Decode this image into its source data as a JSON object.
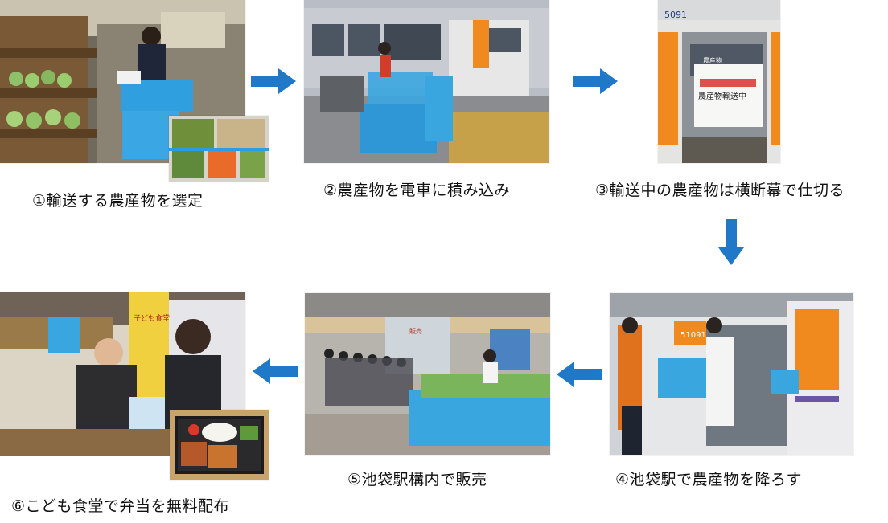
{
  "steps": [
    {
      "caption": "①輸送する農産物を選定"
    },
    {
      "caption": "②農産物を電車に積み込み"
    },
    {
      "caption": "③輸送中の農産物は横断幕で仕切る"
    },
    {
      "caption": "④池袋駅で農産物を降ろす"
    },
    {
      "caption": "⑤池袋駅構内で販売"
    },
    {
      "caption": "⑥こども食堂で弁当を無料配布"
    }
  ],
  "photo_text": {
    "car_number_a": "5091",
    "car_number_b": "51091",
    "banner_heading": "農産物輸送中",
    "banner_sign": "農産物",
    "pole_sign": "子ども食堂",
    "sale_sign": "販売"
  },
  "colors": {
    "arrow": "#1f78c8",
    "train_orange": "#f08a1e",
    "crate_blue": "#36a6e0"
  }
}
